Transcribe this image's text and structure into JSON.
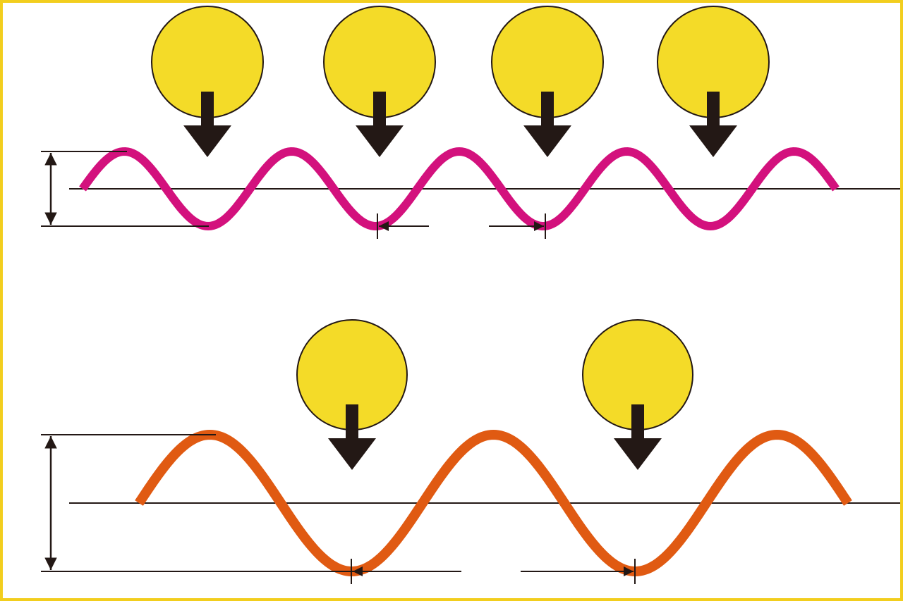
{
  "colors": {
    "frame": "#F2CE1E",
    "background": "#FFFFFF",
    "photon_fill": "#F4DB28",
    "photon_stroke": "#231815",
    "arrow": "#231815",
    "short_wave": "#D3117D",
    "long_wave": "#E05A12",
    "line": "#231815"
  },
  "panels": [
    {
      "id": "short-wavelength",
      "wave_color_key": "short_wave",
      "photon_count": 4,
      "cycles": 4.5,
      "relative_amplitude": 0.5
    },
    {
      "id": "long-wavelength",
      "wave_color_key": "long_wave",
      "photon_count": 2,
      "cycles": 2.5,
      "relative_amplitude": 1.0
    }
  ]
}
